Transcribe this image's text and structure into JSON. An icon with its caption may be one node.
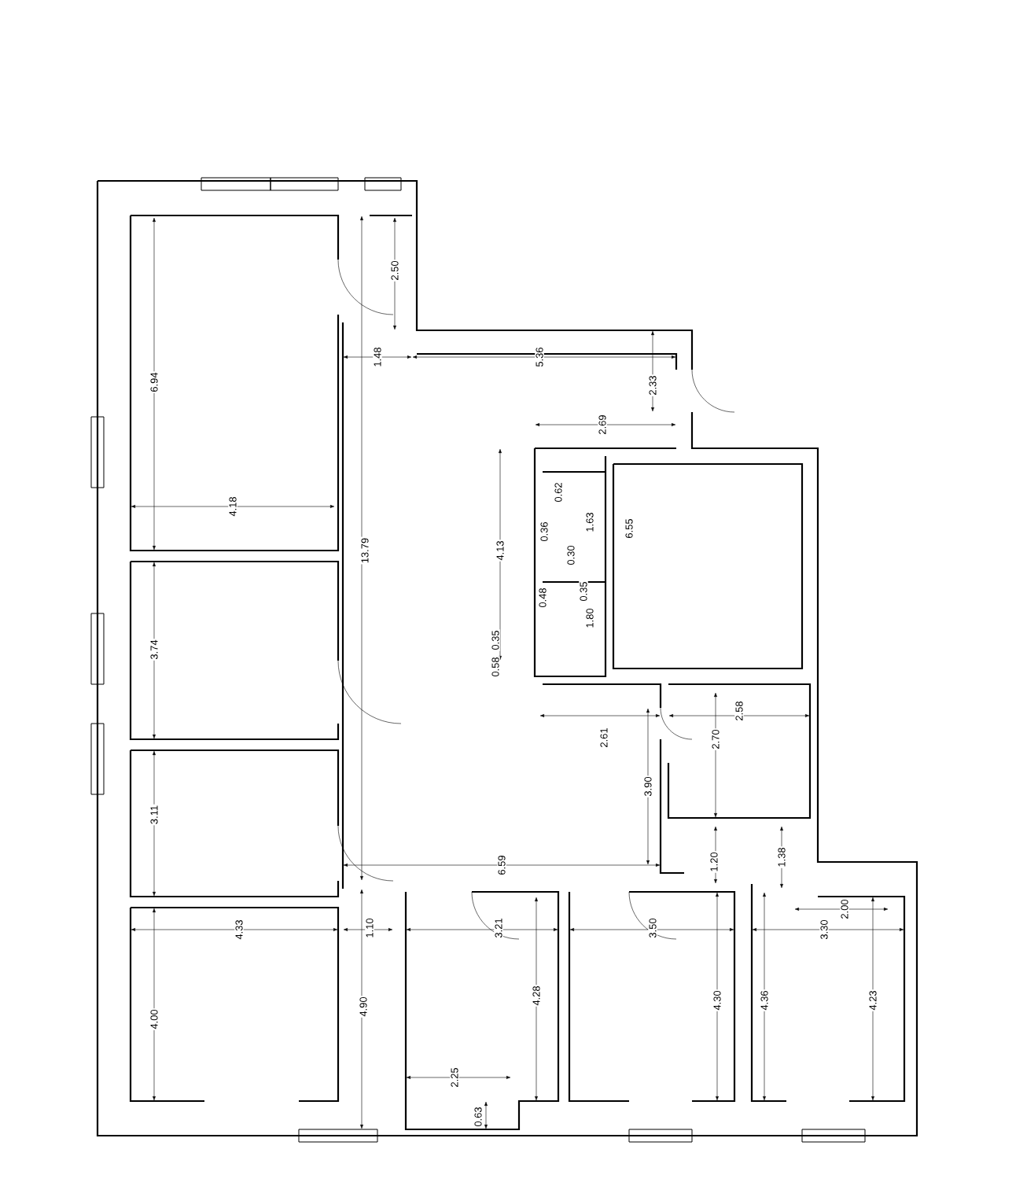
{
  "diagram": {
    "labels": [
      "2.50",
      "6.94",
      "1.48",
      "5.36",
      "2.33",
      "2.69",
      "4.18",
      "0.62",
      "13.79",
      "4.13",
      "0.36",
      "0.30",
      "1.63",
      "6.55",
      "0.48",
      "0.35",
      "1.80",
      "3.74",
      "0.35",
      "0.58",
      "2.61",
      "2.58",
      "2.70",
      "3.90",
      "3.11",
      "6.59",
      "1.20",
      "1.38",
      "4.33",
      "1.10",
      "3.21",
      "3.50",
      "3.30",
      "2.00",
      "4.00",
      "4.90",
      "4.28",
      "4.30",
      "4.36",
      "4.23",
      "2.25",
      "0.63"
    ]
  }
}
